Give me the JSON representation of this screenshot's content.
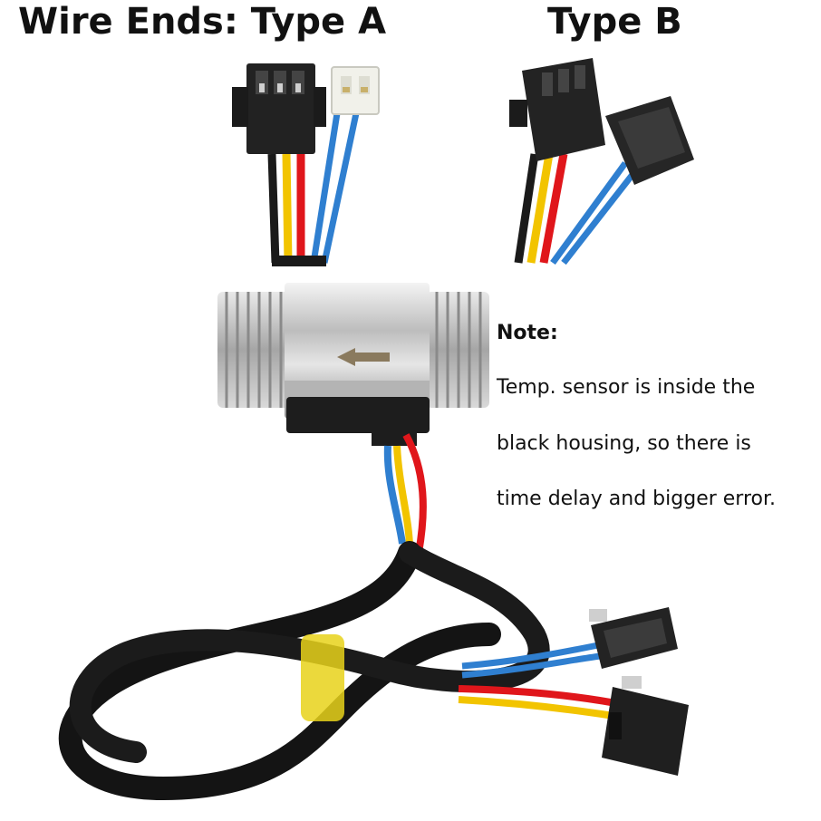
{
  "titles": {
    "type_a": "Wire Ends: Type A",
    "type_b": "Type B"
  },
  "note": {
    "heading": "Note:",
    "lines": [
      "Temp. sensor is inside the",
      "black housing, so there is",
      "time delay and bigger error."
    ]
  },
  "wire_colors": {
    "black": "#1a1a1a",
    "yellow": "#f2c400",
    "red": "#e0161b",
    "blue": "#2f7fd0",
    "connector_white": "#f1f1ea",
    "connector_black": "#222222",
    "metal": "#c8c8c8"
  }
}
